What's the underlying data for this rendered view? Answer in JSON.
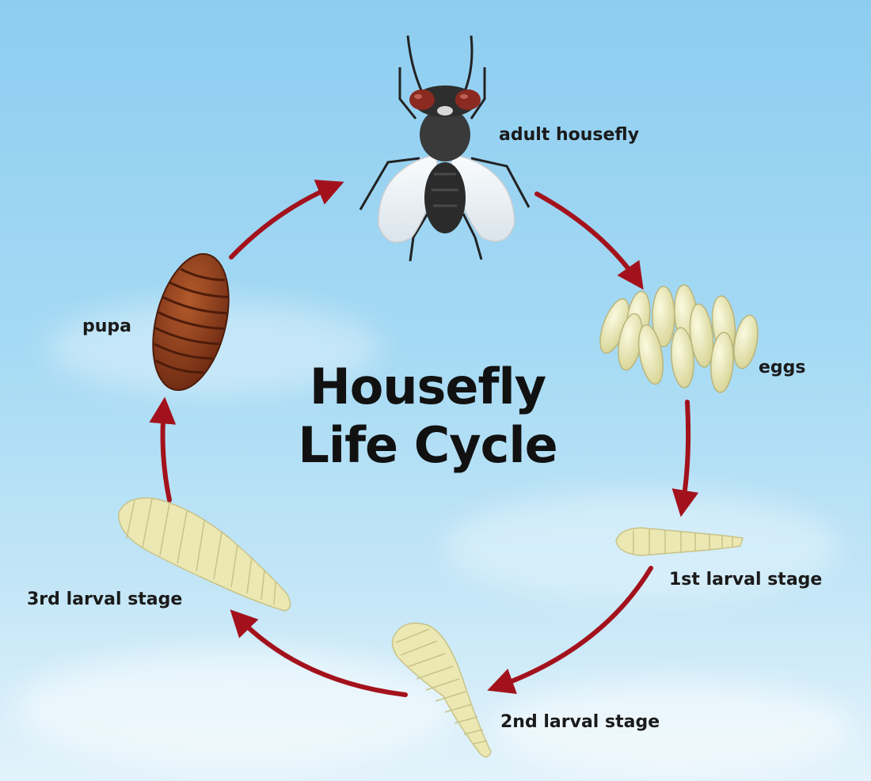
{
  "title": {
    "line1": "Housefly",
    "line2": "Life Cycle"
  },
  "stages": {
    "adult": "adult housefly",
    "eggs": "eggs",
    "larva1": "1st larval stage",
    "larva2": "2nd larval stage",
    "larva3": "3rd larval stage",
    "pupa": "pupa"
  },
  "colors": {
    "arrow": "#a3121c",
    "egg": "#e8e6b0",
    "larva": "#ece8b4",
    "pupa": "#8a3a1c",
    "fly_body": "#2b2b2b",
    "fly_eye": "#8a2a20"
  },
  "icons": [
    "housefly-icon",
    "eggs-icon",
    "larva-icon",
    "pupa-icon",
    "cycle-arrow-icon"
  ]
}
